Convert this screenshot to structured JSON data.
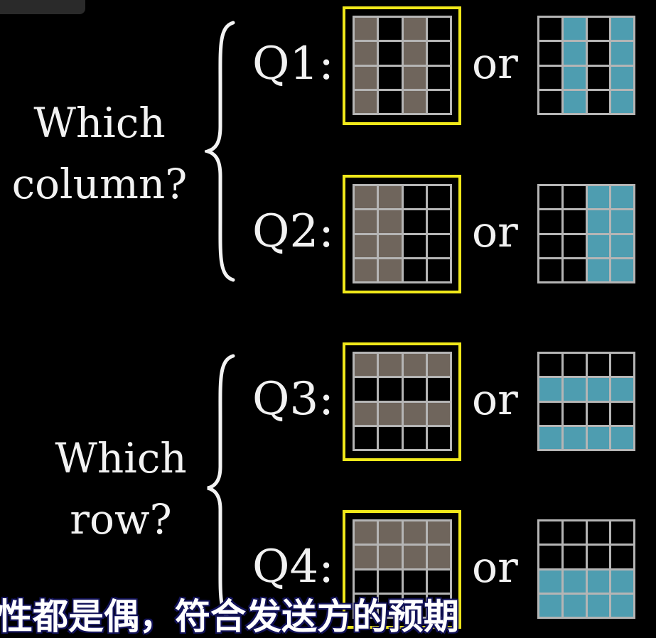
{
  "groups": [
    {
      "label_line1": "Which",
      "label_line2": "column?"
    },
    {
      "label_line1": "Which",
      "label_line2": "row?"
    }
  ],
  "questions": [
    {
      "label": "Q1:",
      "or_text": "or",
      "left_pattern": [
        [
          1,
          0,
          1,
          0
        ],
        [
          1,
          0,
          1,
          0
        ],
        [
          1,
          0,
          1,
          0
        ],
        [
          1,
          0,
          1,
          0
        ]
      ],
      "right_pattern": [
        [
          0,
          1,
          0,
          1
        ],
        [
          0,
          1,
          0,
          1
        ],
        [
          0,
          1,
          0,
          1
        ],
        [
          0,
          1,
          0,
          1
        ]
      ]
    },
    {
      "label": "Q2:",
      "or_text": "or",
      "left_pattern": [
        [
          1,
          1,
          0,
          0
        ],
        [
          1,
          1,
          0,
          0
        ],
        [
          1,
          1,
          0,
          0
        ],
        [
          1,
          1,
          0,
          0
        ]
      ],
      "right_pattern": [
        [
          0,
          0,
          1,
          1
        ],
        [
          0,
          0,
          1,
          1
        ],
        [
          0,
          0,
          1,
          1
        ],
        [
          0,
          0,
          1,
          1
        ]
      ]
    },
    {
      "label": "Q3:",
      "or_text": "or",
      "left_pattern": [
        [
          1,
          1,
          1,
          1
        ],
        [
          0,
          0,
          0,
          0
        ],
        [
          1,
          1,
          1,
          1
        ],
        [
          0,
          0,
          0,
          0
        ]
      ],
      "right_pattern": [
        [
          0,
          0,
          0,
          0
        ],
        [
          1,
          1,
          1,
          1
        ],
        [
          0,
          0,
          0,
          0
        ],
        [
          1,
          1,
          1,
          1
        ]
      ]
    },
    {
      "label": "Q4:",
      "or_text": "or",
      "left_pattern": [
        [
          1,
          1,
          1,
          1
        ],
        [
          1,
          1,
          1,
          1
        ],
        [
          0,
          0,
          0,
          0
        ],
        [
          0,
          0,
          0,
          0
        ]
      ],
      "right_pattern": [
        [
          0,
          0,
          0,
          0
        ],
        [
          0,
          0,
          0,
          0
        ],
        [
          1,
          1,
          1,
          1
        ],
        [
          1,
          1,
          1,
          1
        ]
      ]
    }
  ],
  "subtitle": "性都是偶，符合发送方的预期",
  "colors": {
    "highlight": "#f0e81a",
    "left_fill": "#6f655c",
    "right_fill": "#4e9db0",
    "grid_line": "#b5b5b5"
  }
}
